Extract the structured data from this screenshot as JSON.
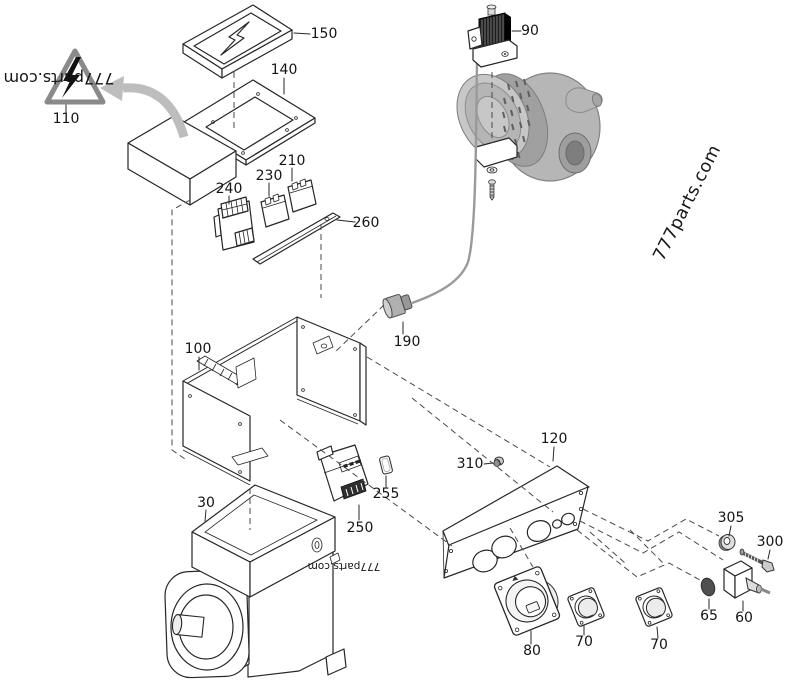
{
  "diagram": {
    "watermark": "777parts.com",
    "colors": {
      "outline": "#262626",
      "shaded": "#b6b6b6",
      "shaded_dark": "#a0a0a0",
      "arrow": "#bdbdbd",
      "dark_cap": "#4f4f4f"
    },
    "labels": {
      "150": "150",
      "140": "140",
      "110": "110",
      "240": "240",
      "230": "230",
      "210": "210",
      "260": "260",
      "90": "90",
      "190": "190",
      "100": "100",
      "30": "30",
      "250": "250",
      "255": "255",
      "120": "120",
      "310": "310",
      "80": "80",
      "70a": "70",
      "70b": "70",
      "65": "65",
      "60": "60",
      "305": "305",
      "300": "300"
    }
  }
}
